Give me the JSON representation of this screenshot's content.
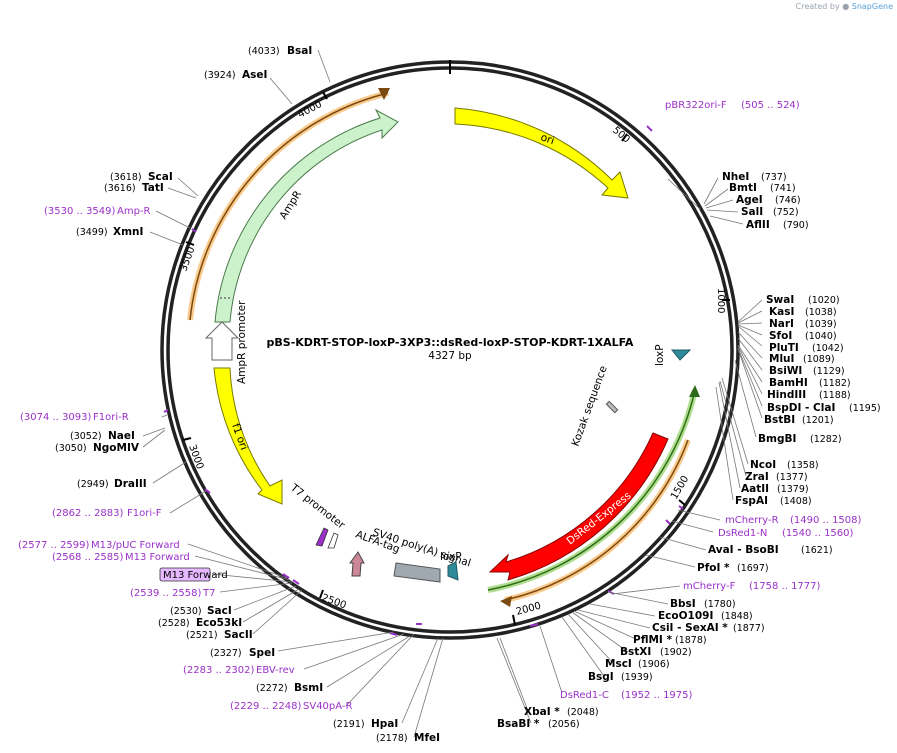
{
  "credit": {
    "prefix": "Created by",
    "brand": "SnapGene"
  },
  "plasmid": {
    "name": "pBS-KDRT-STOP-loxP-3XP3::dsRed-loxP-STOP-KDRT-1XALFA",
    "size": "4327 bp"
  },
  "ticks": [
    "500",
    "1000",
    "1500",
    "2000",
    "2500",
    "3000",
    "3500",
    "4000"
  ],
  "features": [
    {
      "name": "ori",
      "label": "ori"
    },
    {
      "name": "ampr",
      "label": "AmpR"
    },
    {
      "name": "ampr-promoter",
      "label": "AmpR promoter"
    },
    {
      "name": "f1-ori",
      "label": "f1 ori"
    },
    {
      "name": "t7-promoter",
      "label": "T7 promoter"
    },
    {
      "name": "kozak",
      "label": "Kozak sequence"
    },
    {
      "name": "loxp-1",
      "label": "loxP"
    },
    {
      "name": "dsred-express",
      "label": "DsRed-Express"
    },
    {
      "name": "sv40-polya",
      "label": "SV40 poly(A) signal"
    },
    {
      "name": "alfa-tag",
      "label": "ALFA-tag"
    },
    {
      "name": "loxp-2",
      "label": "loxP"
    }
  ],
  "sites": [
    {
      "id": "bsai",
      "pos": "(4033)",
      "name": "BsaI",
      "primer": false
    },
    {
      "id": "asei",
      "pos": "(3924)",
      "name": "AseI",
      "primer": false
    },
    {
      "id": "scai",
      "pos": "(3618)",
      "name": "ScaI",
      "primer": false
    },
    {
      "id": "tati",
      "pos": "(3616)",
      "name": "TatI",
      "primer": false
    },
    {
      "id": "amp-r",
      "pos": "(3530 .. 3549)",
      "name": "Amp-R",
      "primer": true
    },
    {
      "id": "xmni",
      "pos": "(3499)",
      "name": "XmnI",
      "primer": false
    },
    {
      "id": "f1ori-r",
      "pos": "(3074 .. 3093)",
      "name": "F1ori-R",
      "primer": true
    },
    {
      "id": "naei",
      "pos": "(3052)",
      "name": "NaeI",
      "primer": false
    },
    {
      "id": "ngomiv",
      "pos": "(3050)",
      "name": "NgoMIV",
      "primer": false
    },
    {
      "id": "draiii",
      "pos": "(2949)",
      "name": "DraIII",
      "primer": false
    },
    {
      "id": "f1ori-f",
      "pos": "(2862 .. 2883)",
      "name": "F1ori-F",
      "primer": true
    },
    {
      "id": "m13puc",
      "pos": "(2577 .. 2599)",
      "name": "M13/pUC Forward",
      "primer": true
    },
    {
      "id": "m13fwd",
      "pos": "(2568 .. 2585)",
      "name": "M13 Forward",
      "primer": true
    },
    {
      "id": "t7",
      "pos": "(2539 .. 2558)",
      "name": "T7",
      "primer": true
    },
    {
      "id": "saci",
      "pos": "(2530)",
      "name": "SacI",
      "primer": false
    },
    {
      "id": "eco53ki",
      "pos": "(2528)",
      "name": "Eco53kI",
      "primer": false
    },
    {
      "id": "sacii",
      "pos": "(2521)",
      "name": "SacII",
      "primer": false
    },
    {
      "id": "spei",
      "pos": "(2327)",
      "name": "SpeI",
      "primer": false
    },
    {
      "id": "ebv-rev",
      "pos": "(2283 .. 2302)",
      "name": "EBV-rev",
      "primer": true
    },
    {
      "id": "bsmi",
      "pos": "(2272)",
      "name": "BsmI",
      "primer": false
    },
    {
      "id": "sv40pa-r",
      "pos": "(2229 .. 2248)",
      "name": "SV40pA-R",
      "primer": true
    },
    {
      "id": "hpai",
      "pos": "(2191)",
      "name": "HpaI",
      "primer": false
    },
    {
      "id": "mfei",
      "pos": "(2178)",
      "name": "MfeI",
      "primer": false
    },
    {
      "id": "xbai",
      "pos": "(2048)",
      "name": "XbaI  *",
      "primer": false
    },
    {
      "id": "bsabi",
      "pos": "(2056)",
      "name": "BsaBI  *",
      "primer": false
    },
    {
      "id": "pbr322",
      "pos": "(505 .. 524)",
      "name": "pBR322ori-F",
      "primer": true
    },
    {
      "id": "nhei",
      "pos": "(737)",
      "name": "NheI",
      "primer": false
    },
    {
      "id": "bmti",
      "pos": "(741)",
      "name": "BmtI",
      "primer": false
    },
    {
      "id": "agei",
      "pos": "(746)",
      "name": "AgeI",
      "primer": false
    },
    {
      "id": "sali",
      "pos": "(752)",
      "name": "SalI",
      "primer": false
    },
    {
      "id": "aflii",
      "pos": "(790)",
      "name": "AflII",
      "primer": false
    },
    {
      "id": "swai",
      "pos": "(1020)",
      "name": "SwaI",
      "primer": false
    },
    {
      "id": "kasi",
      "pos": "(1038)",
      "name": "KasI",
      "primer": false
    },
    {
      "id": "nari",
      "pos": "(1039)",
      "name": "NarI",
      "primer": false
    },
    {
      "id": "sfoi",
      "pos": "(1040)",
      "name": "SfoI",
      "primer": false
    },
    {
      "id": "pluti",
      "pos": "(1042)",
      "name": "PluTI",
      "primer": false
    },
    {
      "id": "mlui",
      "pos": "(1089)",
      "name": "MluI",
      "primer": false
    },
    {
      "id": "bswi",
      "pos": "(1129)",
      "name": "BsiWI",
      "primer": false
    },
    {
      "id": "bamhi",
      "pos": "(1182)",
      "name": "BamHI",
      "primer": false
    },
    {
      "id": "hindiii",
      "pos": "(1188)",
      "name": "HindIII",
      "primer": false
    },
    {
      "id": "bspdi",
      "pos": "(1195)",
      "name": "BspDI  - ClaI",
      "primer": false
    },
    {
      "id": "bstbi",
      "pos": "(1201)",
      "name": "BstBI",
      "primer": false
    },
    {
      "id": "bmgbi",
      "pos": "(1282)",
      "name": "BmgBI",
      "primer": false
    },
    {
      "id": "ncoi",
      "pos": "(1358)",
      "name": "NcoI",
      "primer": false
    },
    {
      "id": "zrai",
      "pos": "(1377)",
      "name": "ZraI",
      "primer": false
    },
    {
      "id": "aatii",
      "pos": "(1379)",
      "name": "AatII",
      "primer": false
    },
    {
      "id": "fspai",
      "pos": "(1408)",
      "name": "FspAI",
      "primer": false
    },
    {
      "id": "mcherry-r",
      "pos": "(1490 .. 1508)",
      "name": "mCherry-R",
      "primer": true
    },
    {
      "id": "dsred1-n",
      "pos": "(1540 .. 1560)",
      "name": "DsRed1-N",
      "primer": true
    },
    {
      "id": "avai",
      "pos": "(1621)",
      "name": "AvaI   - BsoBI",
      "primer": false
    },
    {
      "id": "pfoi",
      "pos": "(1697)",
      "name": "PfoI  *",
      "primer": false
    },
    {
      "id": "mcherry-f",
      "pos": "(1758 .. 1777)",
      "name": "mCherry-F",
      "primer": true
    },
    {
      "id": "bbsi",
      "pos": "(1780)",
      "name": "BbsI",
      "primer": false
    },
    {
      "id": "eco0109i",
      "pos": "(1848)",
      "name": "EcoO109I",
      "primer": false
    },
    {
      "id": "csii",
      "pos": "(1877)",
      "name": "CsiI   - SexAI  *",
      "primer": false
    },
    {
      "id": "pflmi",
      "pos": "(1878)",
      "name": "PflMI  *",
      "primer": false
    },
    {
      "id": "bstxi",
      "pos": "(1902)",
      "name": "BstXI",
      "primer": false
    },
    {
      "id": "msci",
      "pos": "(1906)",
      "name": "MscI",
      "primer": false
    },
    {
      "id": "bsgi",
      "pos": "(1939)",
      "name": "BsgI",
      "primer": false
    },
    {
      "id": "dsred1-c",
      "pos": "(1952 .. 1975)",
      "name": "DsRed1-C",
      "primer": true
    }
  ],
  "colors": {
    "ori": "#ffff00",
    "ampr": "#ccf2cc",
    "dsred": "#ff0000",
    "primer": "#9b30c8",
    "tag": "#cc8899",
    "loxp": "#2e8a9a",
    "sv40": "#a0a8b0",
    "orange": "#f5a030",
    "green": "#7ac943"
  }
}
